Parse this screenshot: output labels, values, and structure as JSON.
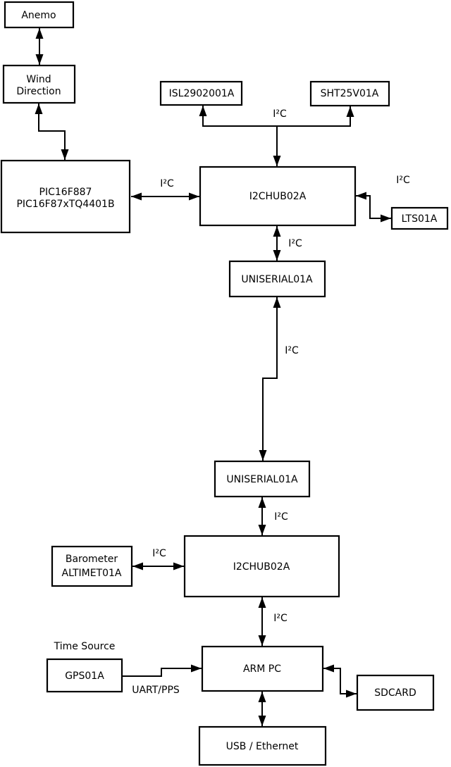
{
  "nodes": {
    "anemo": {
      "label": "Anemo"
    },
    "wind_direction": {
      "lines": [
        "Wind",
        "Direction"
      ]
    },
    "pic": {
      "lines": [
        "PIC16F887",
        "PIC16F87xTQ4401B"
      ]
    },
    "isl": {
      "label": "ISL2902001A"
    },
    "sht": {
      "label": "SHT25V01A"
    },
    "i2chub_top": {
      "label": "I2CHUB02A"
    },
    "lts": {
      "label": "LTS01A"
    },
    "uniserial_top": {
      "label": "UNISERIAL01A"
    },
    "uniserial_bottom": {
      "label": "UNISERIAL01A"
    },
    "i2chub_bottom": {
      "label": "I2CHUB02A"
    },
    "barometer": {
      "lines": [
        "Barometer",
        "ALTIMET01A"
      ]
    },
    "gps": {
      "label": "GPS01A"
    },
    "arm_pc": {
      "label": "ARM PC"
    },
    "sdcard": {
      "label": "SDCARD"
    },
    "usb_ethernet": {
      "label": "USB / Ethernet"
    }
  },
  "edge_labels": {
    "i2c": "I²C",
    "uart_pps": "UART/PPS",
    "time_source": "Time Source"
  },
  "colors": {
    "background": "#ffffff",
    "box_fill": "#ffffff",
    "box_border": "#000000",
    "line": "#000000",
    "text": "#000000"
  }
}
